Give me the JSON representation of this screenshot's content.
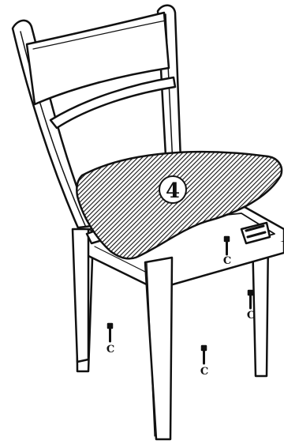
{
  "step": {
    "number": "4"
  },
  "screw_labels": {
    "left": "C",
    "front": "C",
    "right": "C",
    "back": "C"
  },
  "colors": {
    "ink": "#111111",
    "paper": "#ffffff"
  }
}
